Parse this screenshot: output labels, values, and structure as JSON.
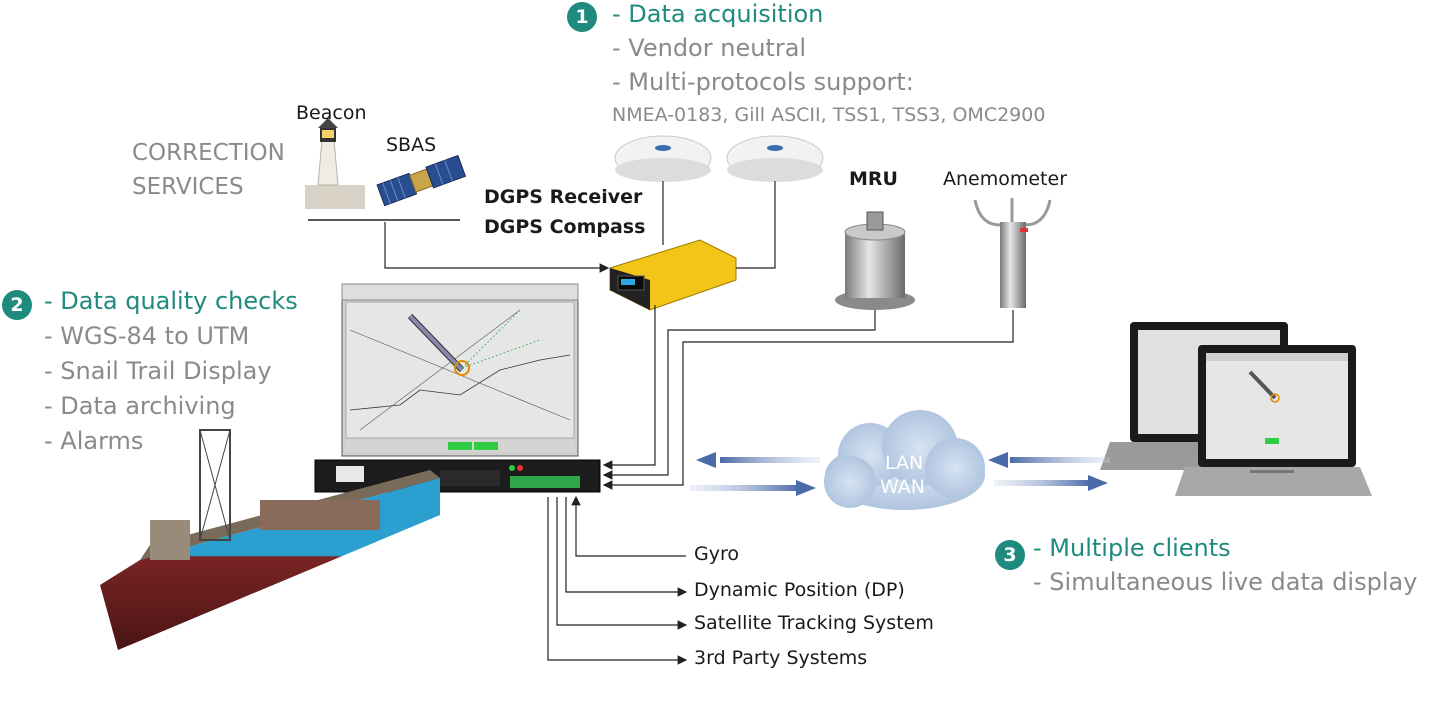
{
  "acquisition": {
    "number": "1",
    "heading": "- Data acquisition",
    "items": [
      "- Vendor neutral",
      "- Multi-protocols support:"
    ],
    "protocols": "NMEA-0183, Gill ASCII, TSS1, TSS3, OMC2900"
  },
  "quality": {
    "number": "2",
    "heading": "- Data quality checks",
    "items": [
      "- WGS-84 to UTM",
      "- Snail Trail Display",
      "- Data archiving",
      "- Alarms"
    ]
  },
  "clients": {
    "number": "3",
    "heading": "- Multiple clients",
    "items": [
      "- Simultaneous live data display"
    ]
  },
  "correction": {
    "line1": "CORRECTION",
    "line2": "SERVICES",
    "beacon": "Beacon",
    "sbas": "SBAS"
  },
  "devices": {
    "dgps1": "DGPS Receiver",
    "dgps2": "DGPS Compass",
    "mru": "MRU",
    "anemometer": "Anemometer"
  },
  "network": {
    "lan": "LAN",
    "wan": "WAN"
  },
  "outputs": [
    "Gyro",
    "Dynamic Position (DP)",
    "Satellite Tracking System",
    "3rd Party Systems"
  ],
  "colors": {
    "teal": "#1f8a7e",
    "gray": "#8a8a8a",
    "arrow": "#5577aa"
  }
}
